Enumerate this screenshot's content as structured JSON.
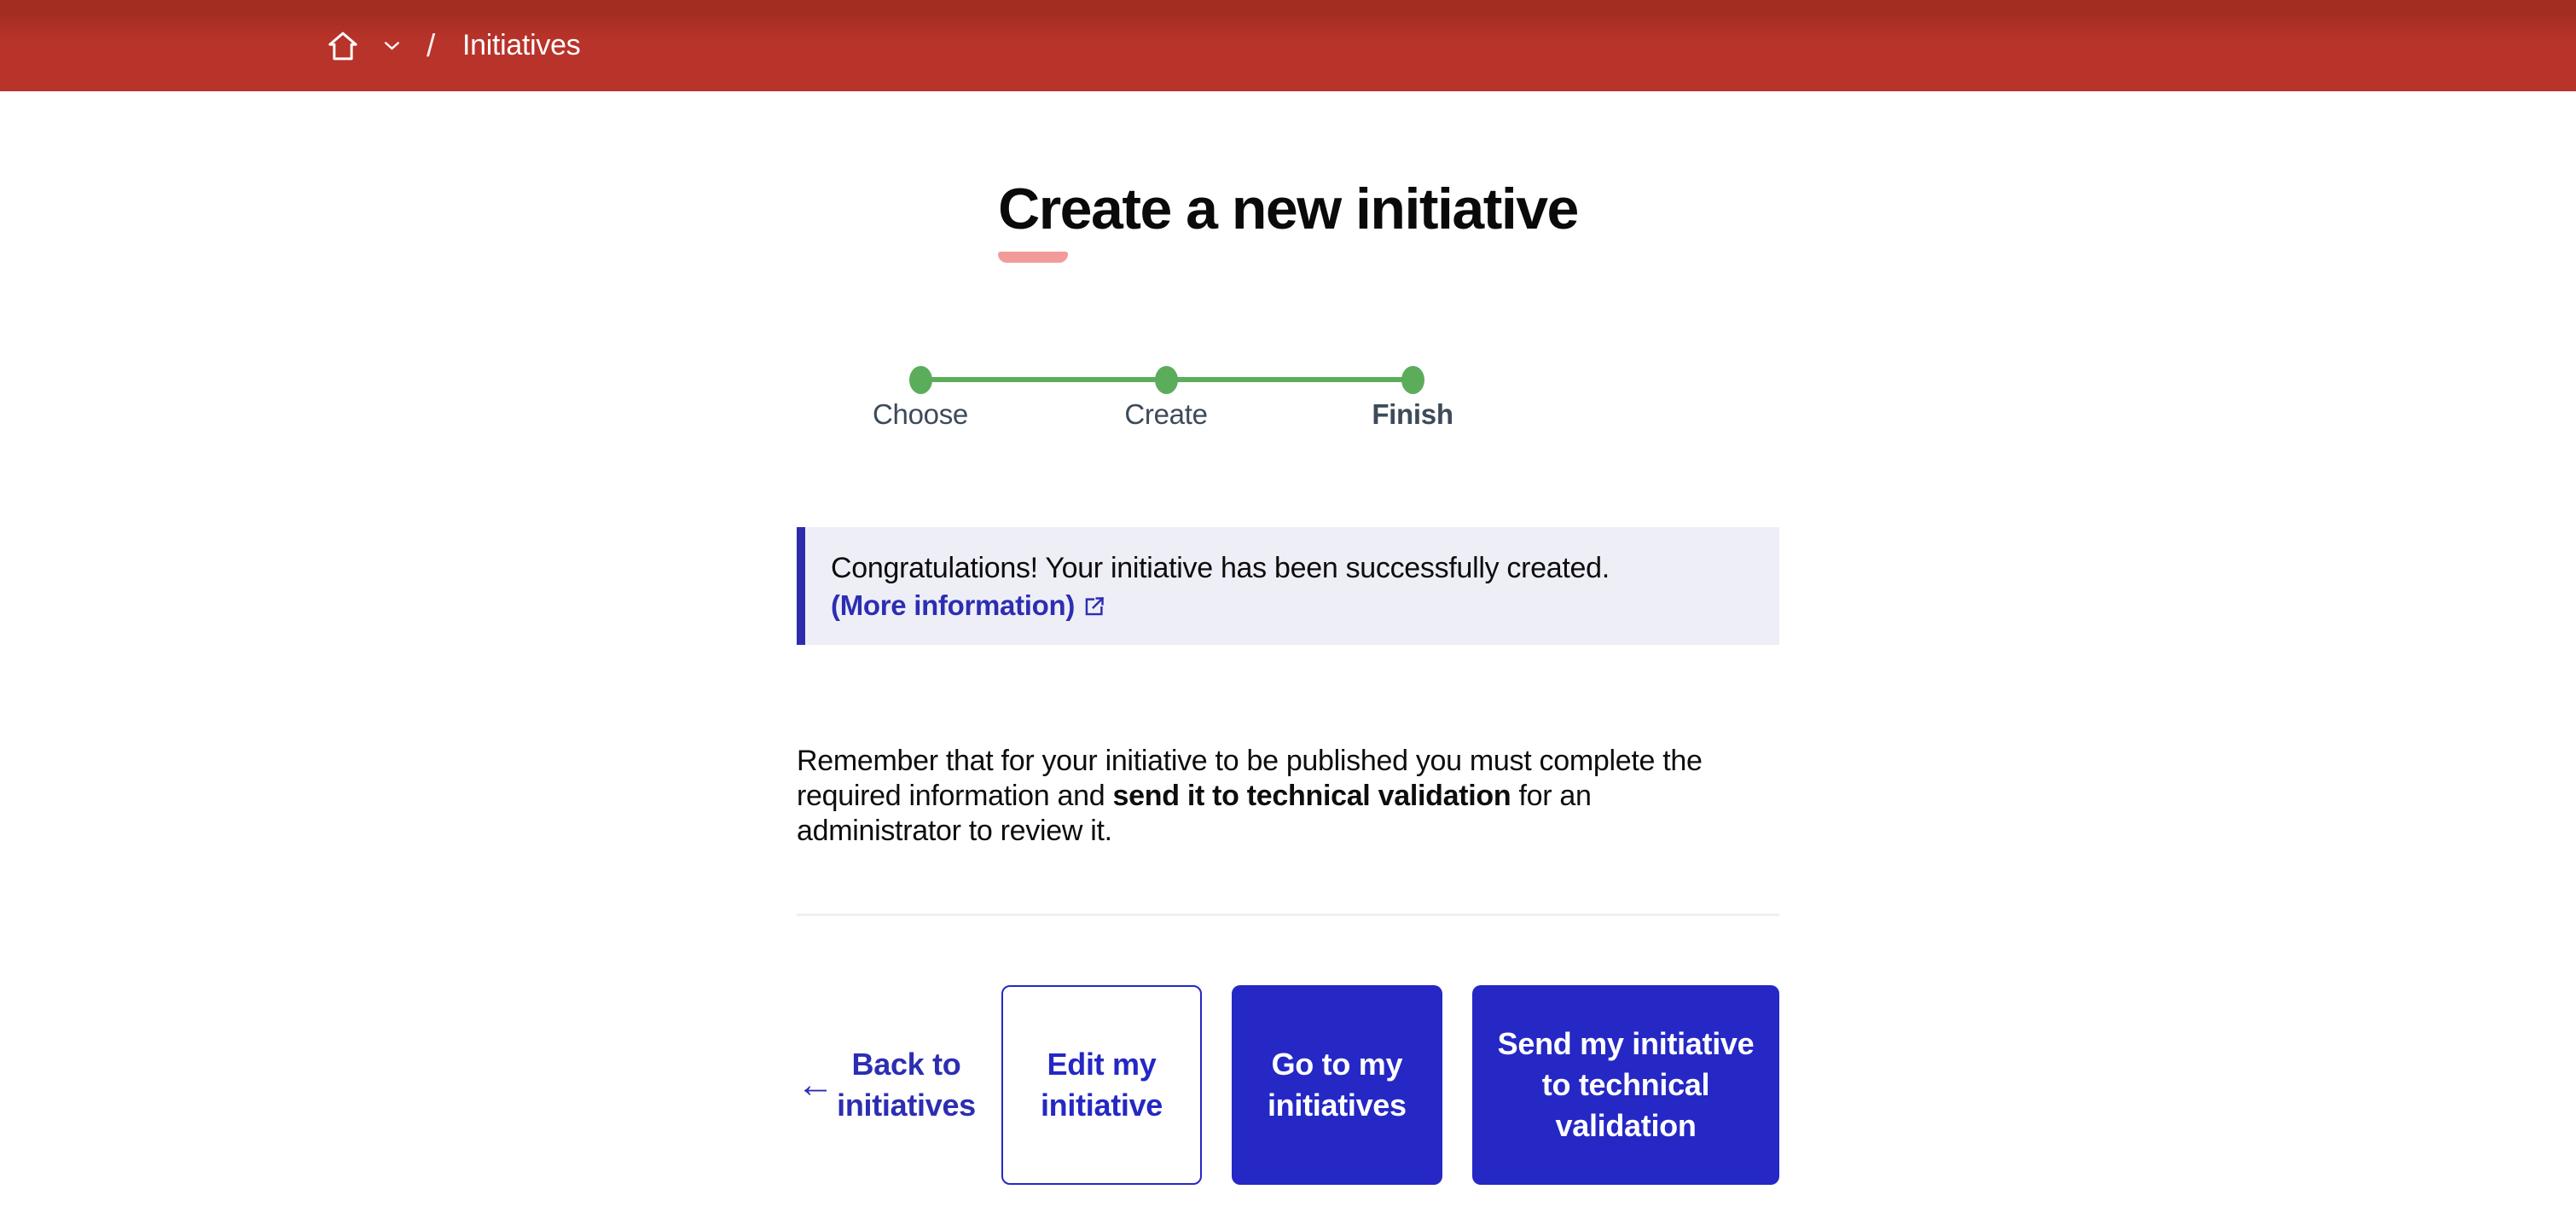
{
  "header": {
    "breadcrumb": {
      "home_label": "Home",
      "separator": "/",
      "current": "Initiatives"
    }
  },
  "page": {
    "title": "Create a new initiative"
  },
  "stepper": {
    "steps": [
      {
        "label": "Choose",
        "state": "done"
      },
      {
        "label": "Create",
        "state": "done"
      },
      {
        "label": "Finish",
        "state": "current"
      }
    ]
  },
  "alert": {
    "message": "Congratulations! Your initiative has been successfully created.",
    "link_label": "(More information)",
    "link_icon": "external-link-icon"
  },
  "note": {
    "before": "Remember that for your initiative to be published you must complete the required information and ",
    "bold": "send it to technical validation",
    "after": " for an administrator to review it."
  },
  "actions": {
    "back": {
      "label": "Back to initiatives",
      "icon": "arrow-left-icon",
      "arrow_glyph": "←"
    },
    "edit": {
      "label": "Edit my initiative"
    },
    "go": {
      "label": "Go to my initiatives"
    },
    "send": {
      "label": "Send my initiative to technical validation"
    }
  },
  "colors": {
    "header_red": "#B8332A",
    "header_red_top": "#A42D22",
    "accent": "#2528C4",
    "link": "#2C2EB2",
    "green": "#5BAD5B",
    "pink": "#F29B9B",
    "alert_bg": "#EEEEF7",
    "alert_border": "#2C2CAC",
    "step_label": "#3D4A59",
    "divider": "#EFF0F3"
  }
}
